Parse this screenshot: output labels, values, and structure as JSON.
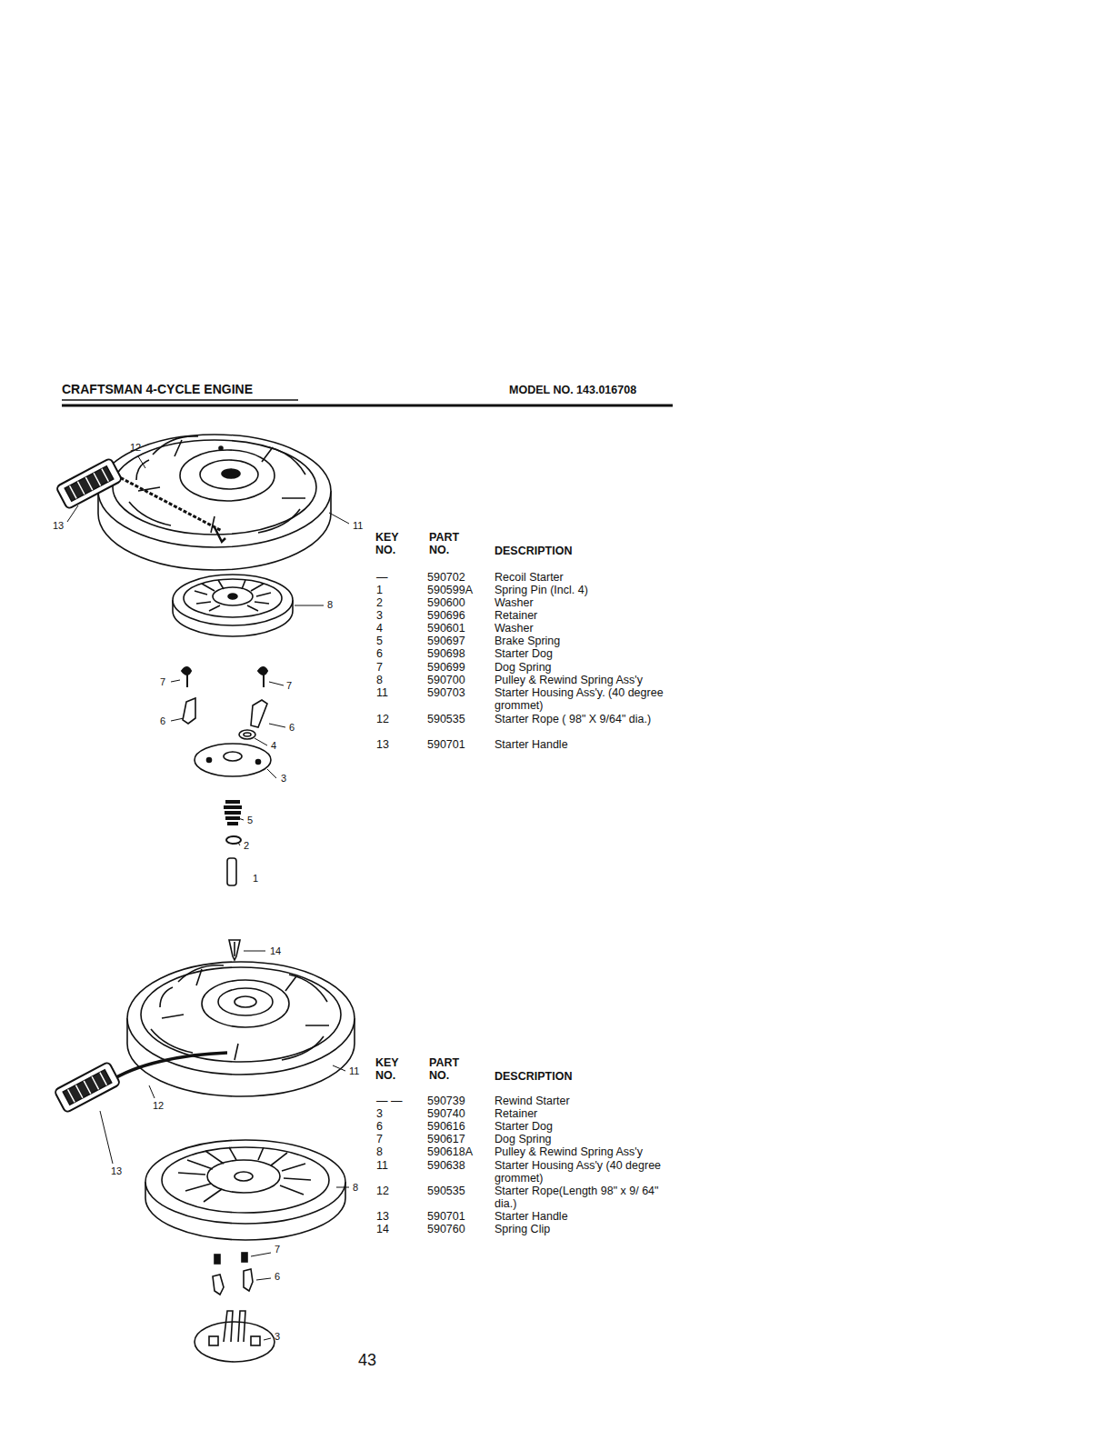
{
  "diagram": {
    "title": "CRAFTSMAN 4-CYCLE ENGINE",
    "labels": [
      "MODEL NO. 143.016708",
      "12",
      "13",
      "11",
      "8",
      "7",
      "7",
      "6",
      "6",
      "4",
      "3",
      "5",
      "2",
      "1",
      "KEY NO.",
      "PART NO.",
      "DESCRIPTION",
      "—",
      "590702",
      "Recoil Starter",
      "1",
      "590599A",
      "Spring Pin (Incl. 4)",
      "2",
      "590600",
      "Washer",
      "3",
      "590696",
      "Retainer",
      "4",
      "590601",
      "Washer",
      "5",
      "590697",
      "Brake Spring",
      "6",
      "590698",
      "Starter Dog",
      "7",
      "590699",
      "Dog Spring",
      "8",
      "590700",
      "Pulley & Rewind Spring Ass'y",
      "11",
      "590703",
      "Starter Housing Ass'y. (40 degree grommet)",
      "12",
      "590535",
      "Starter Rope ( 98\" X 9/64\" dia.)",
      "13",
      "590701",
      "Starter Handle",
      "14",
      "11",
      "12",
      "13",
      "8",
      "7",
      "6",
      "3",
      "KEY NO.",
      "PART NO.",
      "DESCRIPTION",
      "— —",
      "590739",
      "Rewind Starter",
      "3",
      "590740",
      "Retainer",
      "6",
      "590616",
      "Starter Dog",
      "7",
      "590617",
      "Dog Spring",
      "8",
      "590618A",
      "Pulley & Rewind Spring Ass'y",
      "11",
      "590638",
      "Starter Housing Ass'y (40 degree grommet)",
      "12",
      "590535",
      "Starter Rope(Length 98\" x 9/ 64\" dia.)",
      "13",
      "590701",
      "Starter Handle",
      "14",
      "590760",
      "Spring Clip",
      "43"
    ]
  }
}
